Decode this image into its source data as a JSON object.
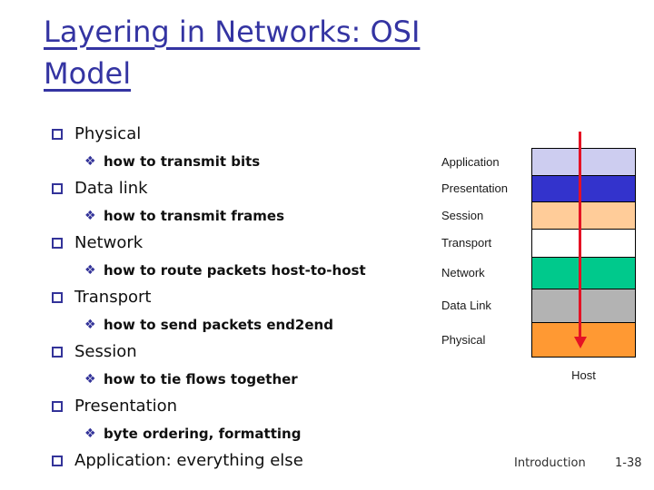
{
  "slide": {
    "title": {
      "line1": "Layering in Networks: OSI",
      "line2": "Model"
    },
    "colors": {
      "title_text": "#3434a2",
      "bullet_accent": "#333399",
      "arrow": "#e51224"
    },
    "icons": {
      "main_bullet": "hollow-square",
      "sub_bullet": "❖"
    },
    "outline": {
      "rows": [
        {
          "type": "main",
          "text": "Physical"
        },
        {
          "type": "sub",
          "text": "how to transmit bits"
        },
        {
          "type": "main",
          "text": "Data link"
        },
        {
          "type": "sub",
          "text": "how to transmit frames"
        },
        {
          "type": "main",
          "text": "Network"
        },
        {
          "type": "sub",
          "text": "how to route packets host-to-host"
        },
        {
          "type": "main",
          "text": "Transport"
        },
        {
          "type": "sub",
          "text": "how to send packets end2end"
        },
        {
          "type": "main",
          "text": "Session"
        },
        {
          "type": "sub",
          "text": "how to tie flows together"
        },
        {
          "type": "main",
          "text": "Presentation"
        },
        {
          "type": "sub",
          "text": "byte ordering, formatting"
        },
        {
          "type": "main",
          "text": "Application: everything else"
        }
      ]
    },
    "stack": {
      "layers": [
        {
          "name": "Application",
          "color": "#cdcdf0"
        },
        {
          "name": "Presentation",
          "color": "#3333cc"
        },
        {
          "name": "Session",
          "color": "#ffcc99"
        },
        {
          "name": "Transport",
          "color": "#ffffff"
        },
        {
          "name": "Network",
          "color": "#00c98c"
        },
        {
          "name": "Data Link",
          "color": "#b3b3b3"
        },
        {
          "name": "Physical",
          "color": "#ff9933"
        }
      ],
      "caption": "Host"
    },
    "footer": {
      "section": "Introduction",
      "page": "1-38"
    }
  }
}
